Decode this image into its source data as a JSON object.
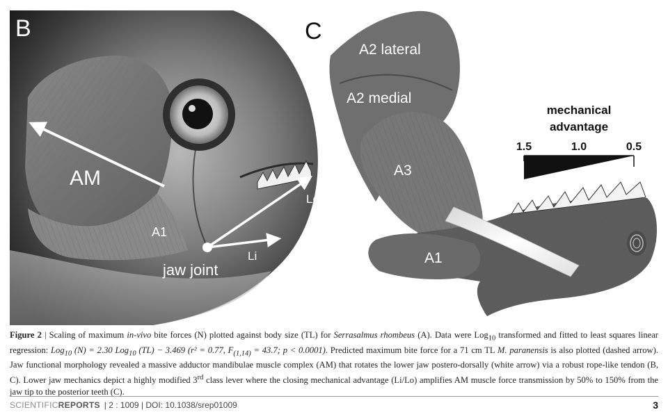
{
  "panels": {
    "B": {
      "label": "B",
      "annotations": {
        "am": "AM",
        "a1": "A1",
        "lo": "Lo",
        "li": "Li",
        "jaw_joint": "jaw joint"
      }
    },
    "C": {
      "label": "C",
      "muscles": {
        "a2_lateral": "A2 lateral",
        "a2_medial": "A2 medial",
        "a3": "A3",
        "a1": "A1"
      },
      "legend": {
        "title_line1": "mechanical",
        "title_line2": "advantage",
        "ticks": [
          "1.5",
          "1.0",
          "0.5"
        ]
      }
    }
  },
  "caption": {
    "label": "Figure 2",
    "sep": " | ",
    "s1": "Scaling of maximum ",
    "s1_i": "in-vivo",
    "s2": " bite forces (N) plotted against body size (TL) for ",
    "s2_i": "Serrasalmus rhombeus",
    "s3": " (A). Data were Log",
    "s3_sub": "10",
    "s4": " transformed and fitted to least squares linear regression: ",
    "eq1": "Log",
    "eq1_sub": "10",
    "eq2": " (N) = 2.30 Log",
    "eq2_sub": "10",
    "eq3": " (TL) − 3.469 (r² = 0.77, F",
    "eq3_sub": "(1,14)",
    "eq4": " = 43.7; p < 0.0001)",
    "s5": ". Predicted maximum bite force for a 71 cm TL ",
    "s5_i": "M. paranensis",
    "s6": " is also plotted (dashed arrow). Jaw functional morphology revealed a massive adductor mandibulae muscle complex (AM) that rotates the lower jaw postero-dorsally (white arrow) via a robust rope-like tendon (B, C). Lower jaw mechanics depict a highly modified 3",
    "s6_sup": "rd",
    "s7": " class lever where the closing mechanical advantage (Li/Lo) amplifies AM muscle force transmission by 50% to 150% from the jaw tip to the posterior teeth (C)."
  },
  "footer": {
    "journal_a": "SCIENTIFIC ",
    "journal_b": "REPORTS",
    "citation": " | 2 : 1009 | DOI: 10.1038/srep01009",
    "page": "3"
  }
}
